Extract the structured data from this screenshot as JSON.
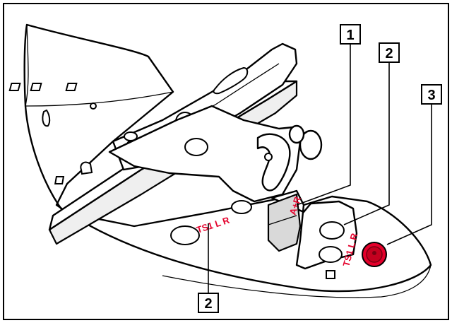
{
  "colors": {
    "marking_red": "#e4002b",
    "outline": "#000000",
    "background": "#ffffff"
  },
  "markings": {
    "ts1_lr_main": "TS1 L R",
    "ts1_lr_side": "TS1 L R",
    "a_plus_r": "A+R"
  },
  "callouts": [
    {
      "label": "1"
    },
    {
      "label": "2"
    },
    {
      "label": "3"
    },
    {
      "label": "2"
    }
  ]
}
